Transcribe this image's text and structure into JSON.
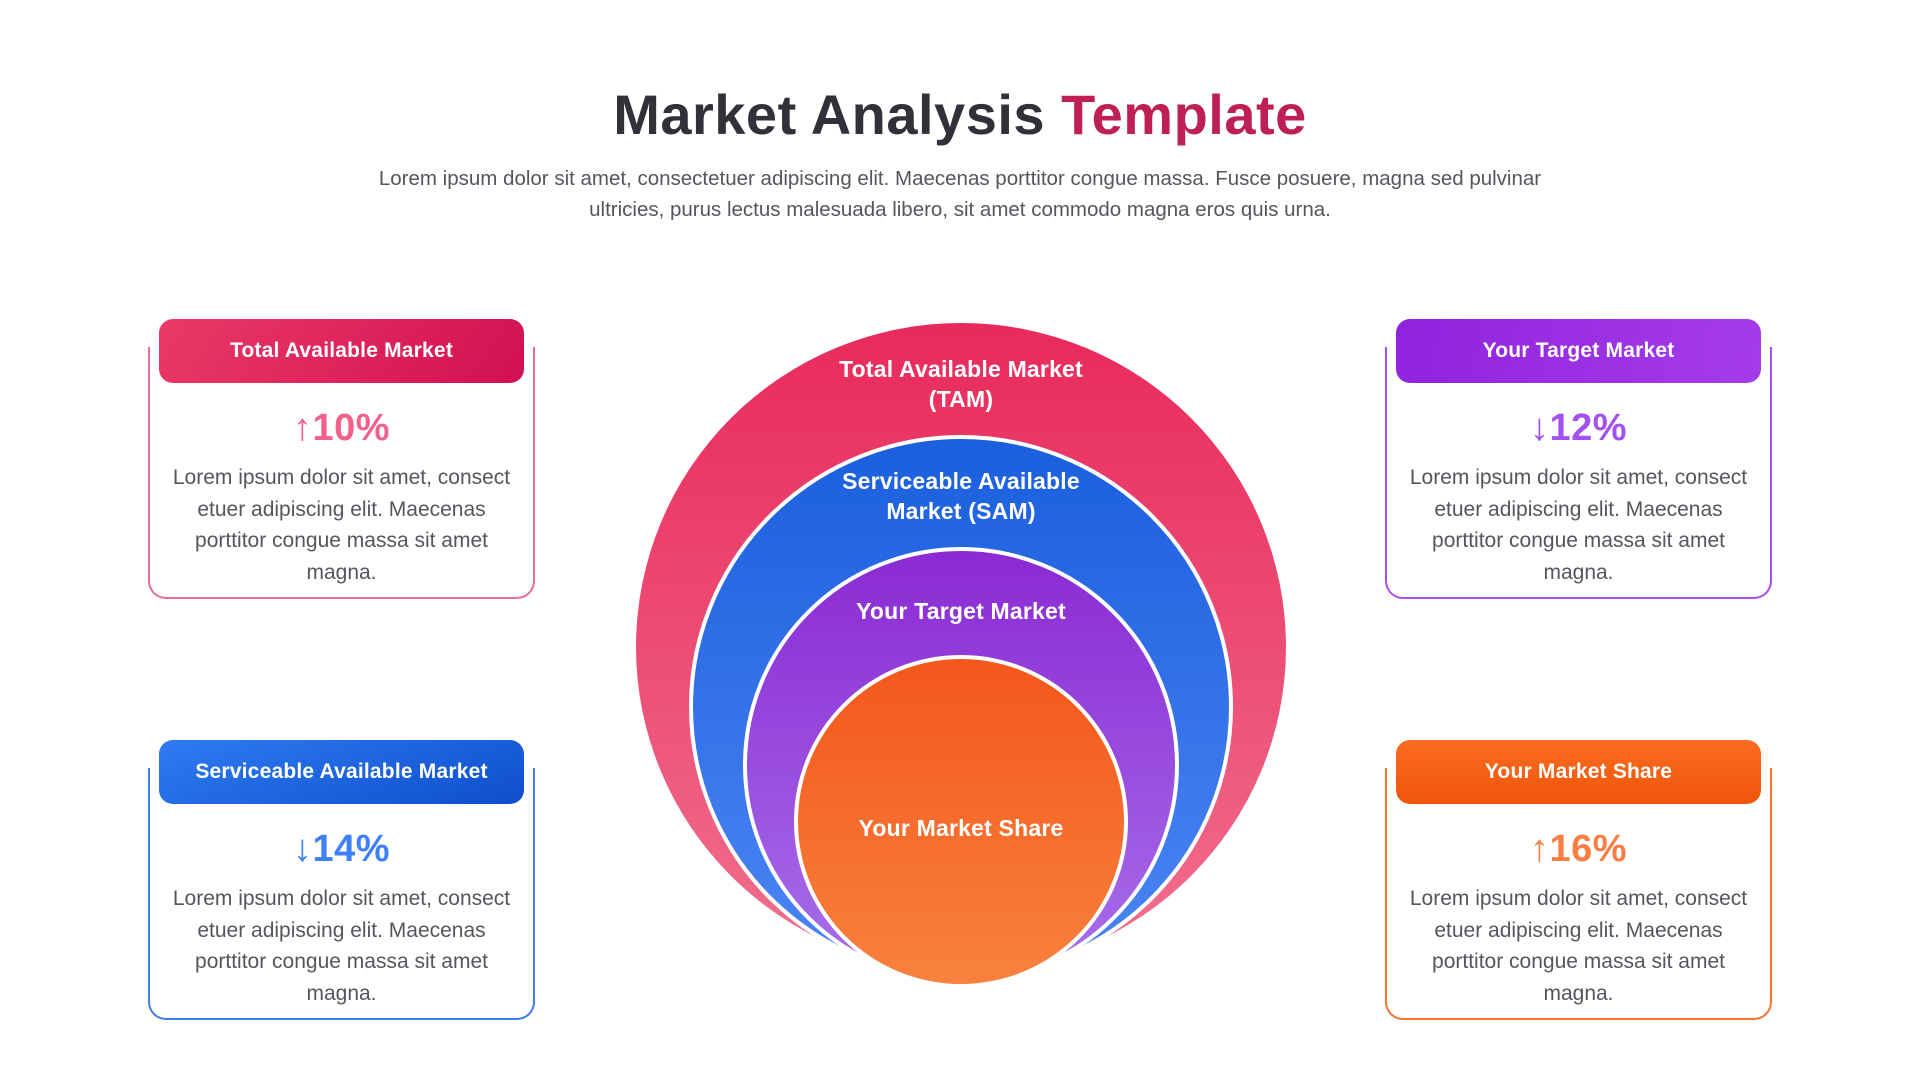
{
  "header": {
    "title_main": "Market Analysis ",
    "title_accent": "Template",
    "subtitle": "Lorem ipsum dolor sit amet, consectetuer adipiscing elit. Maecenas porttitor congue massa. Fusce posuere, magna sed pulvinar ultricies, purus lectus malesuada libero, sit amet commodo magna eros quis urna."
  },
  "colors": {
    "title_accent": "#BE2053",
    "pink": "#E8315E",
    "blue": "#1B5FDD",
    "purple": "#8B2AD3",
    "orange": "#F3571B"
  },
  "info_cards": [
    {
      "id": "total-available-market",
      "title": "Total Available Market",
      "trend_arrow": "↑",
      "trend_direction": "up",
      "trend_value": "10%",
      "body": "Lorem ipsum dolor sit amet, consect etuer adipiscing elit. Maecenas porttitor congue massa sit amet magna."
    },
    {
      "id": "your-target-market",
      "title": "Your Target Market",
      "trend_arrow": "↓",
      "trend_direction": "down",
      "trend_value": "12%",
      "body": "Lorem ipsum dolor sit amet, consect etuer adipiscing elit. Maecenas porttitor congue massa sit amet magna."
    },
    {
      "id": "serviceable-available-market",
      "title": "Serviceable Available Market",
      "trend_arrow": "↓",
      "trend_direction": "down",
      "trend_value": "14%",
      "body": "Lorem ipsum dolor sit amet, consect etuer adipiscing elit. Maecenas porttitor congue massa sit amet magna."
    },
    {
      "id": "your-market-share",
      "title": "Your Market Share",
      "trend_arrow": "↑",
      "trend_direction": "up",
      "trend_value": "16%",
      "body": "Lorem ipsum dolor sit amet, consect etuer adipiscing elit. Maecenas porttitor congue massa sit amet magna."
    }
  ],
  "funnel": {
    "rings": [
      {
        "id": "tam",
        "line1": "Total Available Market",
        "line2": "(TAM)"
      },
      {
        "id": "sam",
        "line1": "Serviceable Available",
        "line2": "Market (SAM)"
      },
      {
        "id": "target",
        "line1": "Your Target Market",
        "line2": ""
      },
      {
        "id": "share",
        "line1": "Your Market Share",
        "line2": ""
      }
    ]
  }
}
